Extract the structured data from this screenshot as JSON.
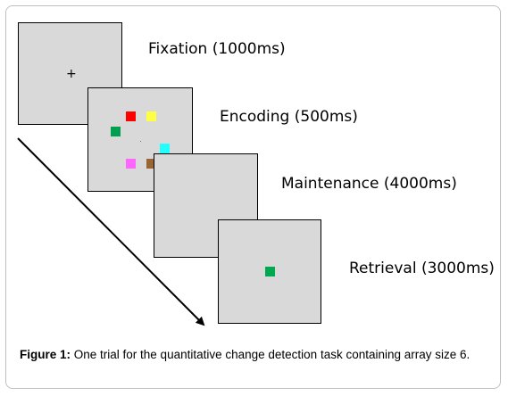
{
  "stages": [
    {
      "label": "Fixation (1000ms)"
    },
    {
      "label": "Encoding (500ms)"
    },
    {
      "label": "Maintenance (4000ms)"
    },
    {
      "label": "Retrieval (3000ms)"
    }
  ],
  "fixation_symbol": "+",
  "encoding_colors": [
    "#ff0000",
    "#ffff44",
    "#00a050",
    "#22ffff",
    "#ff66ff",
    "#996633"
  ],
  "retrieval_color": "#00a850",
  "caption": {
    "prefix": "Figure 1:",
    "text": " One trial for the quantitative change detection task containing array size 6."
  }
}
